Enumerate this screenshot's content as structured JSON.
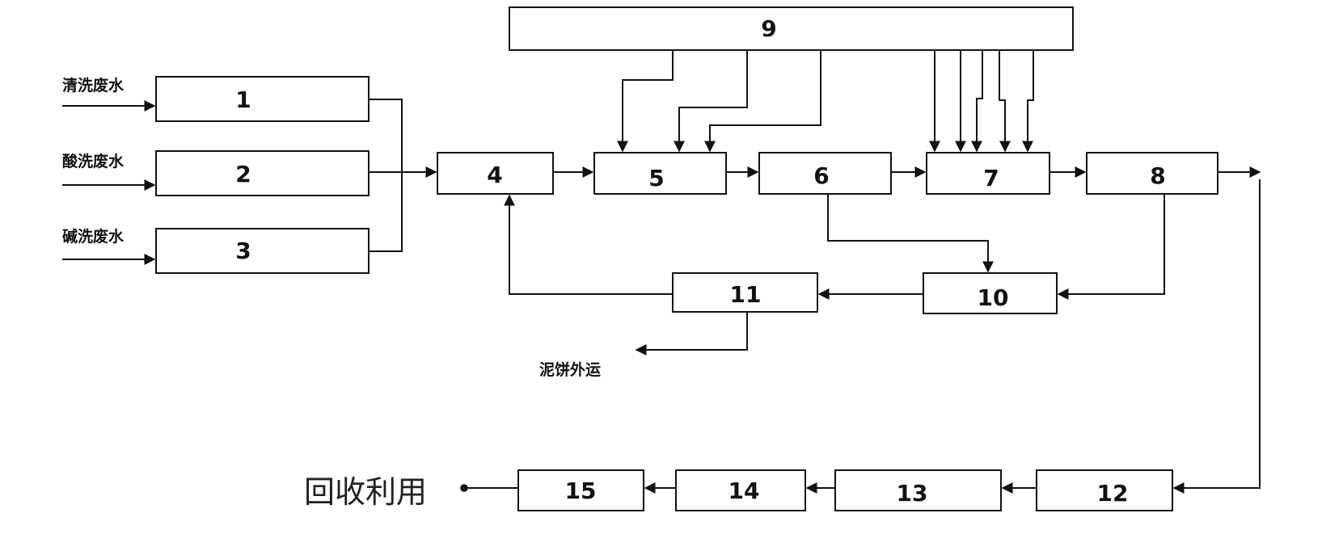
{
  "boxes": {
    "b1": "1",
    "b2": "2",
    "b3": "3",
    "b4": "4",
    "b5": "5",
    "b6": "6",
    "b7": "7",
    "b8": "8",
    "b9": "9",
    "b10": "10",
    "b11": "11",
    "b12": "12",
    "b13": "13",
    "b14": "14",
    "b15": "15"
  },
  "labels": {
    "cleaning_wastewater": "清洗废水",
    "acid_wastewater": "酸洗废水",
    "alkali_wastewater": "碱洗废水",
    "sludge_cake_out": "泥饼外运",
    "recycle": "回收利用"
  },
  "colors": {
    "stroke": "#111111",
    "background": "#ffffff"
  }
}
